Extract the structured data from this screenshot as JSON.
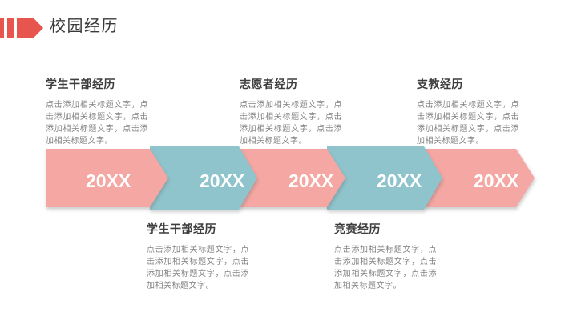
{
  "slide": {
    "title": "校园经历"
  },
  "colors": {
    "background": "#FFFFFF",
    "accent": "#E8544E",
    "pink": "#F4A7A3",
    "teal": "#8FC4CC",
    "heading-text": "#3D3D3D",
    "body-text": "#828282",
    "year-text": "#FFFFFF"
  },
  "timeline": {
    "arrows": [
      {
        "label": "20XX",
        "color": "pink"
      },
      {
        "label": "20XX",
        "color": "teal"
      },
      {
        "label": "20XX",
        "color": "pink"
      },
      {
        "label": "20XX",
        "color": "teal"
      },
      {
        "label": "20XX",
        "color": "pink"
      }
    ]
  },
  "placeholder_body": "点击添加相关标题文字，点击添加相关标题文字，点击添加相关标题文字，点击添加相关标题文字。",
  "sections_top": [
    {
      "heading": "学生干部经历"
    },
    {
      "heading": "志愿者经历"
    },
    {
      "heading": "支教经历"
    }
  ],
  "sections_bottom": [
    {
      "heading": "学生干部经历"
    },
    {
      "heading": "竞赛经历"
    }
  ]
}
